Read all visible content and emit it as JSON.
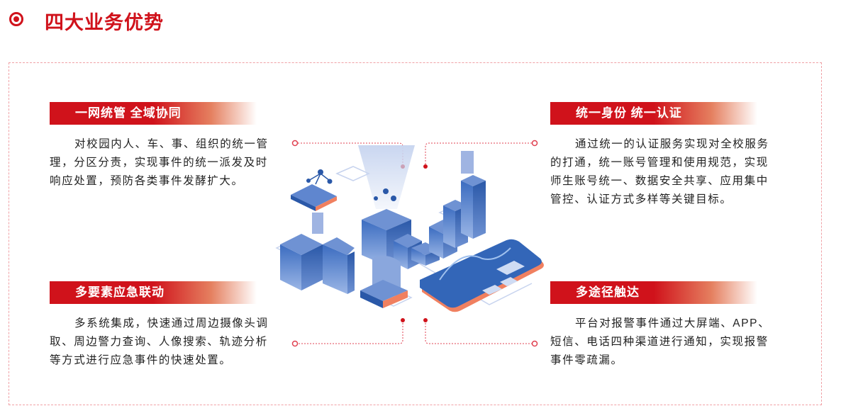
{
  "title": "四大业务优势",
  "colors": {
    "accent": "#d0121b",
    "blue": "#2f5fb0"
  },
  "sections": [
    {
      "heading": "一网统管 全域协同",
      "lines": [
        "对校园内人、车、事、组织的统一管",
        "理，分区分责，实现事件的统一派发及时",
        "响应处置，预防各类事件发酵扩大。"
      ]
    },
    {
      "heading": "统一身份 统一认证",
      "lines": [
        "通过统一的认证服务实现对全校服务",
        "的打通，统一账号管理和使用规范，实现",
        "师生账号统一、数据安全共享、应用集中",
        "管控、认证方式多样等关键目标。"
      ]
    },
    {
      "heading": "多要素应急联动",
      "lines": [
        "多系统集成，快速通过周边摄像头调",
        "取、周边警力查询、人像搜索、轨迹分析",
        "等方式进行应急事件的快速处置。"
      ]
    },
    {
      "heading": "多途径触达",
      "lines": [
        "平台对报警事件通过大屏端、APP、",
        "短信、电话四种渠道进行通知，实现报警",
        "事件零疏漏。"
      ]
    }
  ]
}
